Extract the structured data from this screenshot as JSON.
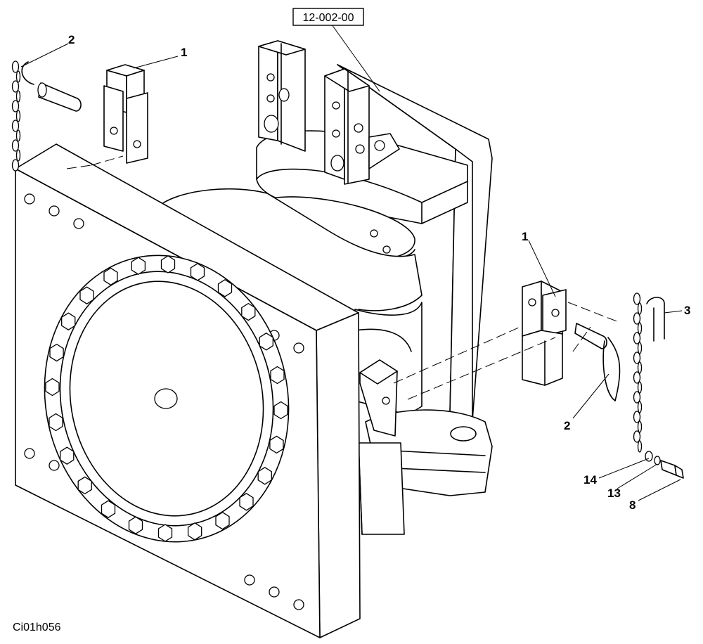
{
  "drawing_code": "Ci01h056",
  "reference_label": "12-002-00",
  "callouts": {
    "lock_left": "1",
    "pin_left": "2",
    "lock_right": "1",
    "clip": "3",
    "pin_right": "2",
    "washer": "14",
    "lockwasher": "13",
    "bolt": "8"
  }
}
